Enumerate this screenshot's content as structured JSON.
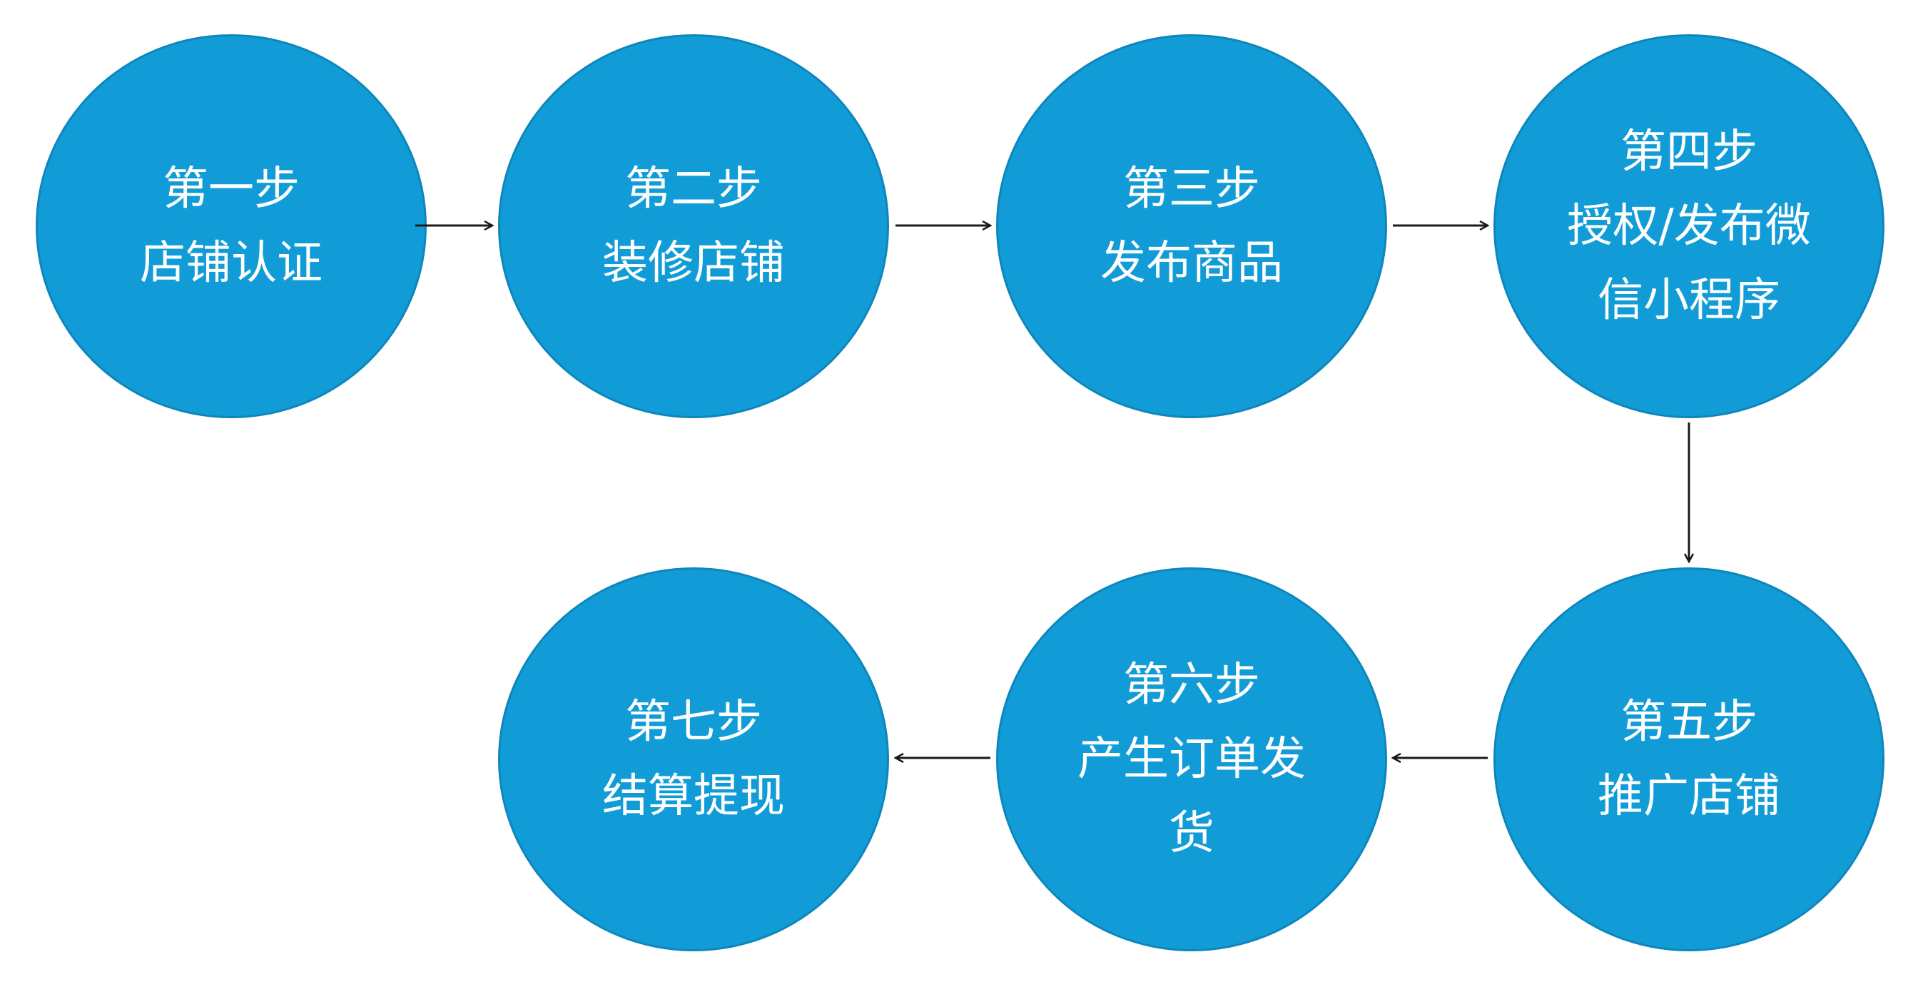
{
  "colors": {
    "circle_fill": "#119cd8",
    "circle_border": "#0d86bb",
    "text": "#ffffff",
    "arrow": "#1a1a1a"
  },
  "steps": [
    {
      "title": "第一步",
      "body": "店铺认证"
    },
    {
      "title": "第二步",
      "body": "装修店铺"
    },
    {
      "title": "第三步",
      "body": "发布商品"
    },
    {
      "title": "第四步",
      "body": "授权/发布微信小程序"
    },
    {
      "title": "第五步",
      "body": "推广店铺"
    },
    {
      "title": "第六步",
      "body": "产生订单发货"
    },
    {
      "title": "第七步",
      "body": "结算提现"
    }
  ]
}
